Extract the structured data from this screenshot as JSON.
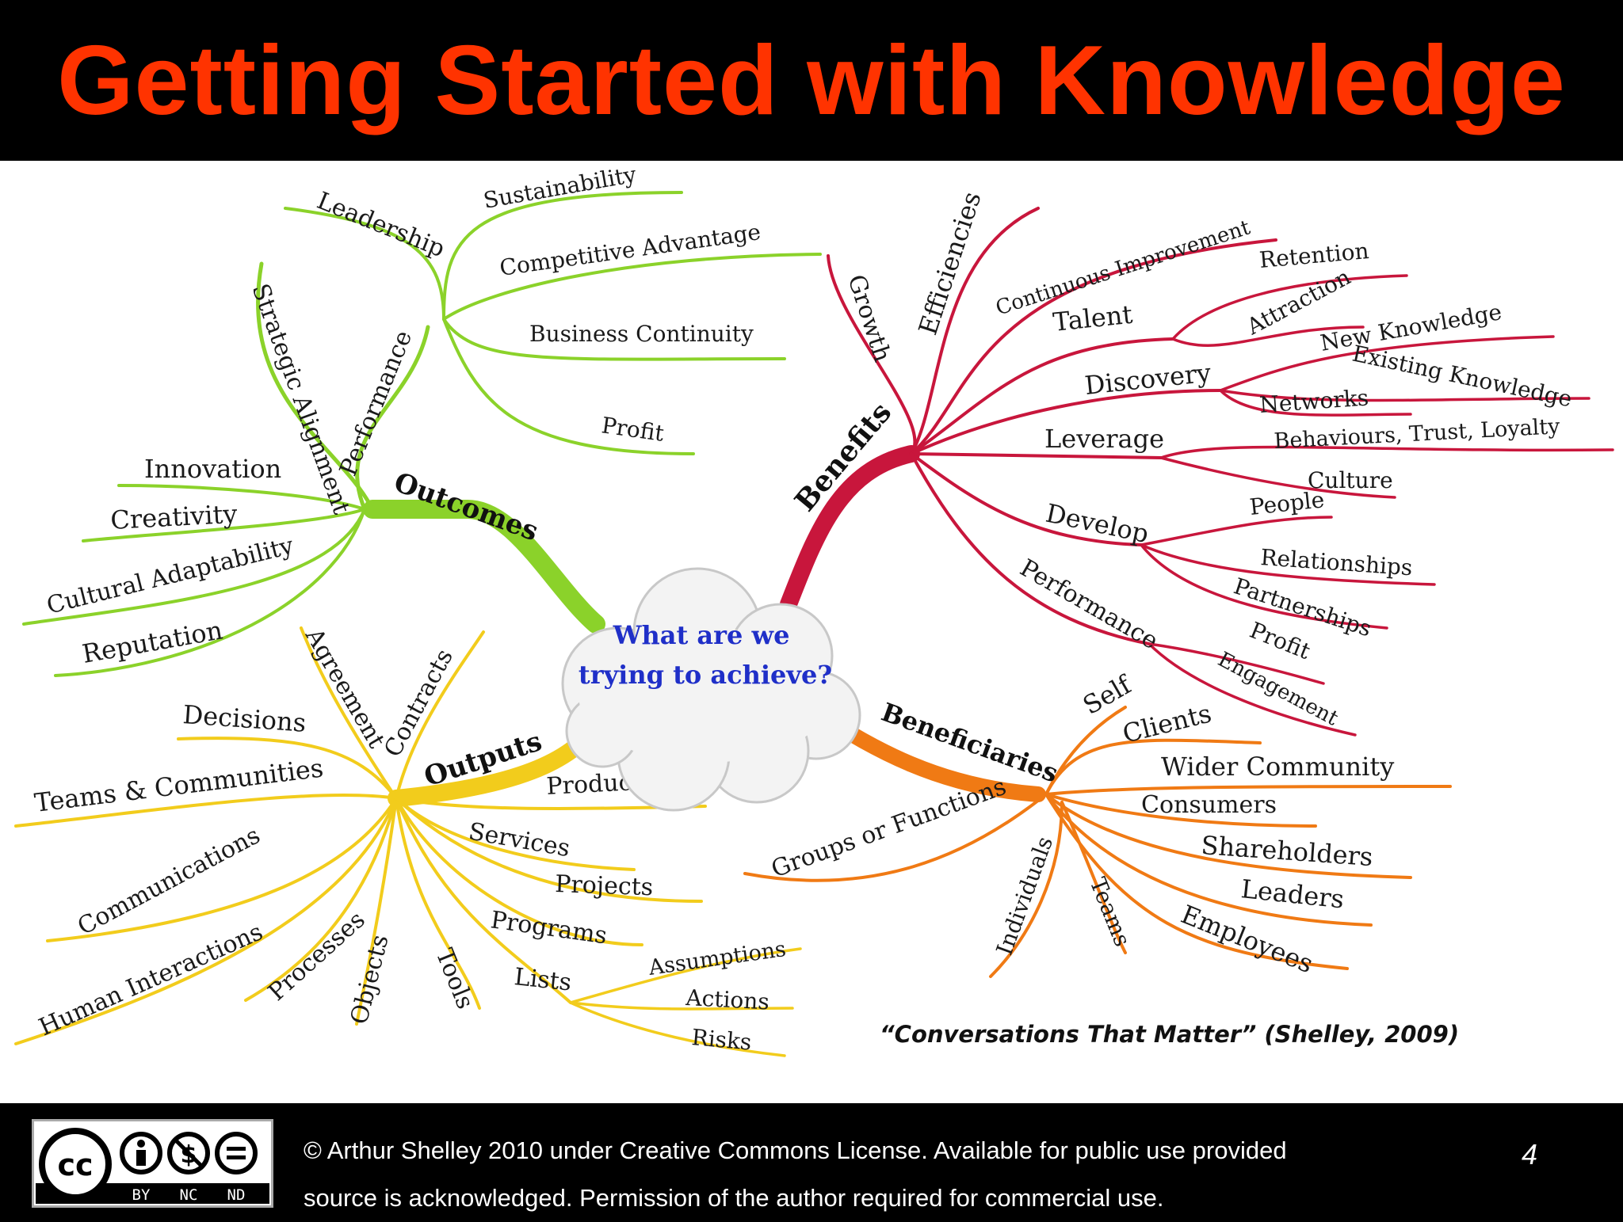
{
  "title": "Getting Started with Knowledge",
  "center": {
    "line1": "What are we",
    "line2": "trying to achieve?"
  },
  "branches": {
    "outcomes": {
      "label": "Outcomes",
      "color": "#8bd22a",
      "items": {
        "performance": "Performance",
        "leadership": "Leadership",
        "sustainability": "Sustainability",
        "competitive_advantage": "Competitive Advantage",
        "business_continuity": "Business Continuity",
        "profit": "Profit",
        "strategic_alignment": "Strategic Alignment",
        "innovation": "Innovation",
        "creativity": "Creativity",
        "cultural_adaptability": "Cultural Adaptability",
        "reputation": "Reputation"
      }
    },
    "benefits": {
      "label": "Benefits",
      "color": "#c8163c",
      "items": {
        "growth": "Growth",
        "efficiencies": "Efficiencies",
        "continuous_improvement": "Continuous Improvement",
        "talent": "Talent",
        "retention": "Retention",
        "attraction": "Attraction",
        "discovery": "Discovery",
        "new_knowledge": "New Knowledge",
        "existing_knowledge": "Existing Knowledge",
        "networks": "Networks",
        "leverage": "Leverage",
        "behaviours": "Behaviours, Trust, Loyalty",
        "culture": "Culture",
        "develop": "Develop",
        "people": "People",
        "relationships": "Relationships",
        "partnerships": "Partnerships",
        "performance": "Performance",
        "profit": "Profit",
        "engagement": "Engagement"
      }
    },
    "outputs": {
      "label": "Outputs",
      "color": "#f2cc1c",
      "items": {
        "agreement": "Agreement",
        "contracts": "Contracts",
        "decisions": "Decisions",
        "teams_communities": "Teams & Communities",
        "communications": "Communications",
        "human_interactions": "Human Interactions",
        "processes": "Processes",
        "objects": "Objects",
        "tools": "Tools",
        "lists": "Lists",
        "assumptions": "Assumptions",
        "actions": "Actions",
        "risks": "Risks",
        "programs": "Programs",
        "projects": "Projects",
        "services": "Services",
        "products": "Products"
      }
    },
    "beneficiaries": {
      "label": "Beneficiaries",
      "color": "#f07a14",
      "items": {
        "self": "Self",
        "clients": "Clients",
        "wider_community": "Wider Community",
        "consumers": "Consumers",
        "shareholders": "Shareholders",
        "leaders": "Leaders",
        "employees": "Employees",
        "teams": "Teams",
        "individuals": "Individuals",
        "groups": "Groups or Functions"
      }
    }
  },
  "citation": "“Conversations That Matter” (Shelley, 2009)",
  "footer": {
    "license_badge": {
      "label1": "BY",
      "label2": "NC",
      "label3": "ND",
      "cc": "cc"
    },
    "line1": "© Arthur Shelley 2010 under Creative Commons License.  Available for public use provided",
    "line2": "source is acknowledged.  Permission of the author required for commercial use.",
    "page_number": "4"
  }
}
